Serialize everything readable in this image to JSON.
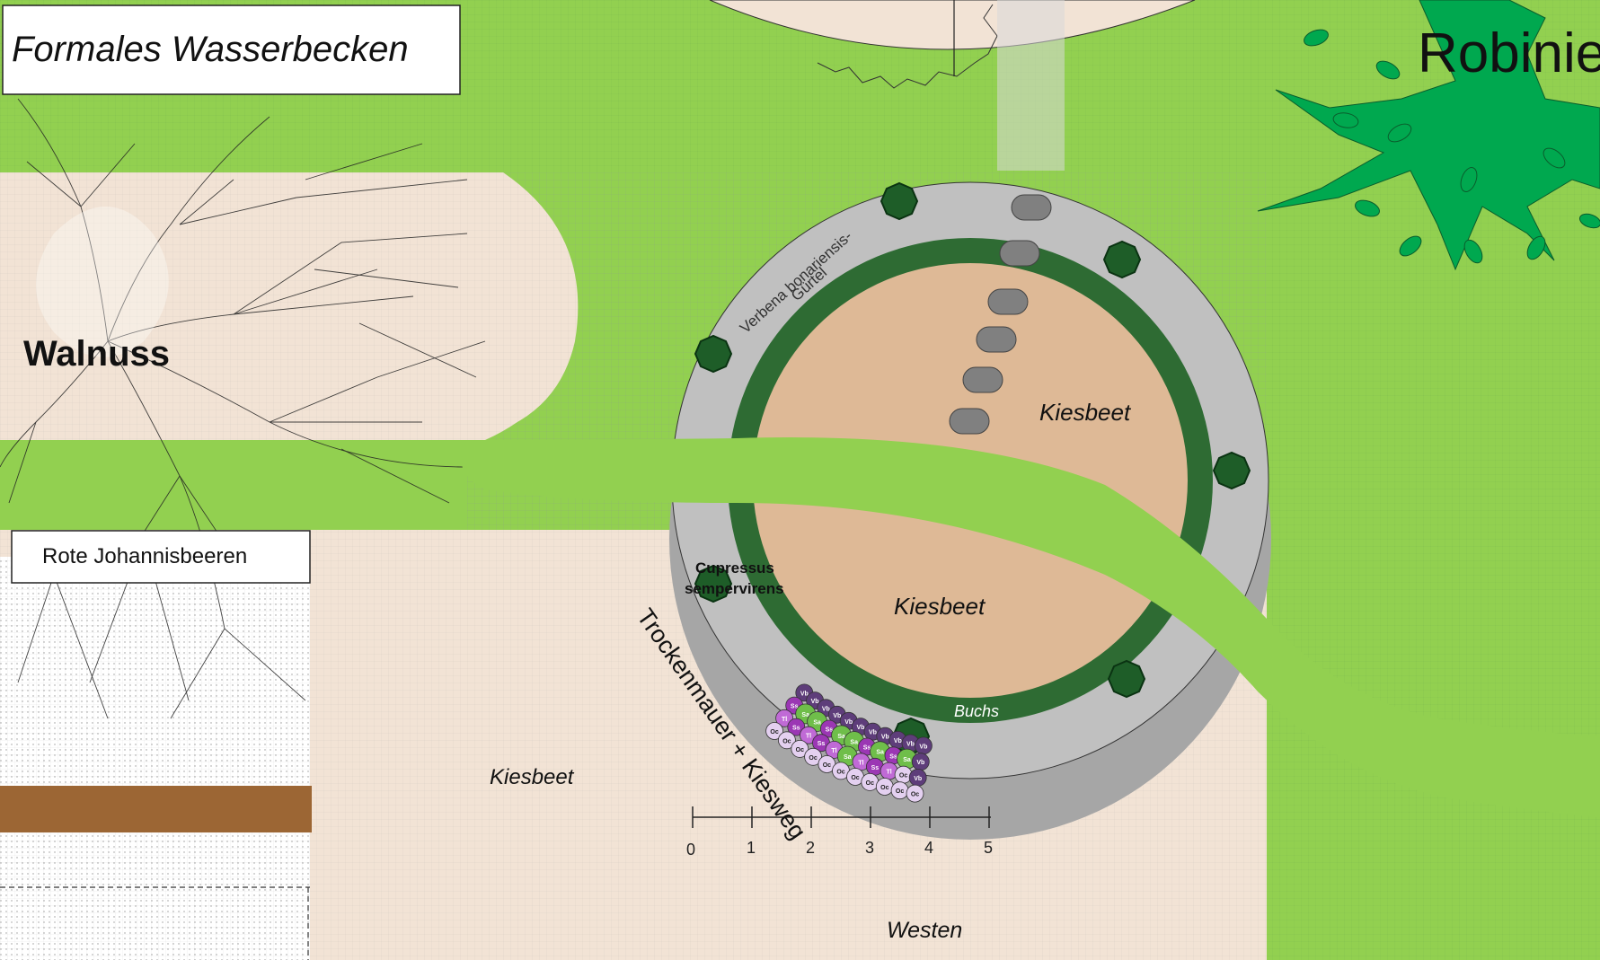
{
  "labels": {
    "water_basin": "Formales Wasserbecken",
    "walnut": "Walnuss",
    "robinia": "Robinie",
    "currants": "Rote Johannisbeeren",
    "verbena_line1": "Verbena bonariensis-",
    "verbena_line2": "Gürtel",
    "kiesbeet_upper": "Kiesbeet",
    "kiesbeet_lower": "Kiesbeet",
    "kiesbeet_west": "Kiesbeet",
    "buchs": "Buchs",
    "cupressus_line1": "Cupressus",
    "cupressus_line2": "sempervirens",
    "wall": "Trockenmauer + Kiesweg",
    "west": "Westen"
  },
  "scale_bar": {
    "ticks": [
      "0",
      "1",
      "2",
      "3",
      "4",
      "5"
    ]
  },
  "plant_codes": [
    "Vb",
    "Ss",
    "Sa",
    "Oc",
    "Tl"
  ],
  "colors": {
    "lawn": "#92d050",
    "lawn_light": "#a6dc6a",
    "gravel_bed": "#f2e3d5",
    "kiesbeet_center": "#deb996",
    "ring_light": "#c0c0c0",
    "ring_dark": "#a6a6a6",
    "boxwood": "#2e6b33",
    "cypress": "#1e5d28",
    "path": "#92d050",
    "robinia": "#00a84f",
    "brown_bar": "#9c6634"
  }
}
